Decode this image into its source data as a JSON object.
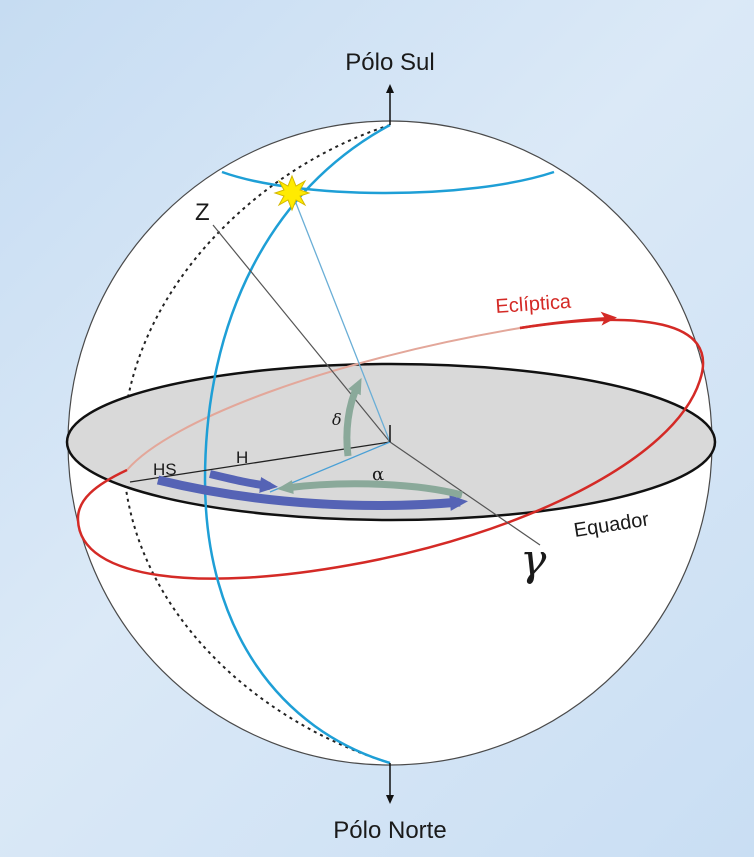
{
  "labels": {
    "south_pole": "Pólo Sul",
    "north_pole": "Pólo Norte",
    "zenith": "Z",
    "ecliptic": "Eclíptica",
    "equator": "Equador",
    "sidereal_hour": "HS",
    "hour_angle": "H",
    "right_ascension": "α",
    "declination": "δ",
    "vernal_point": "γ"
  },
  "colors": {
    "background": "#d3e4f5",
    "sphere_fill": "#ffffff",
    "equator_plane": "#d9d9d9",
    "meridian": "#1e9fd6",
    "ecliptic": "#d42a26",
    "hour_arrows": "#5563b5",
    "angle_arrows": "#8aa99a",
    "star": "#ffeb00"
  }
}
